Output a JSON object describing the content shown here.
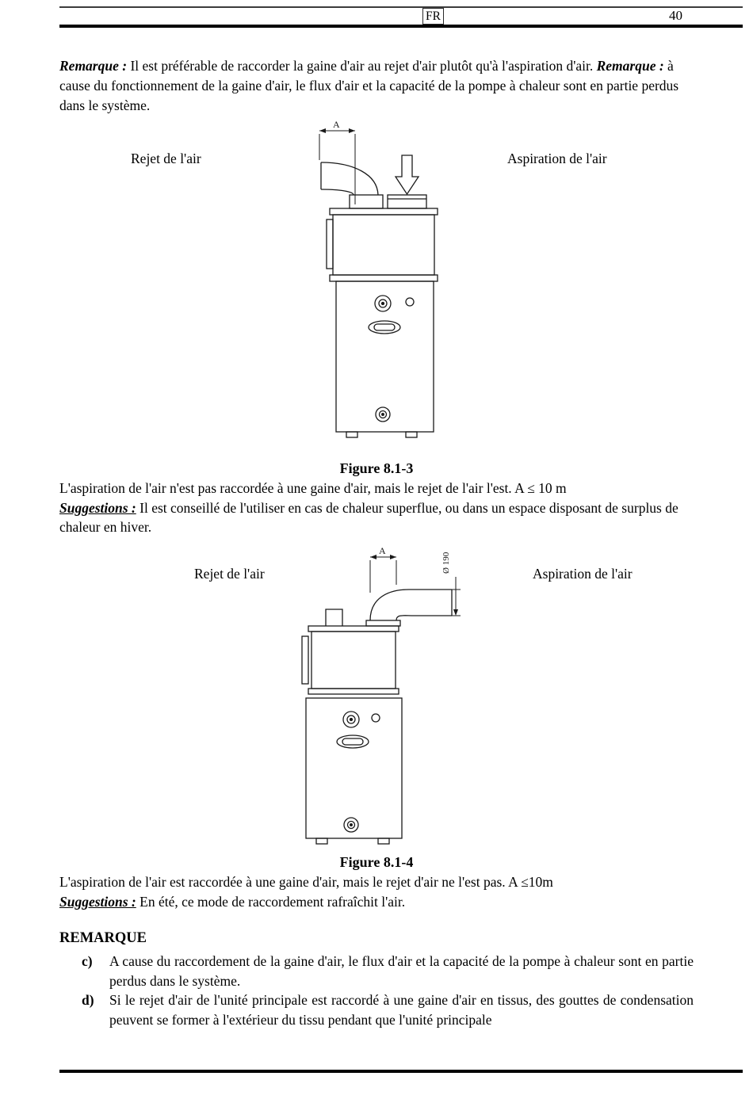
{
  "header": {
    "lang": "FR",
    "page_number": "40"
  },
  "intro": {
    "remarque_label_1": "Remarque :",
    "text_1": "Il est préférable de raccorder la gaine d'air au rejet d'air plutôt qu'à l'aspiration d'air.",
    "remarque_label_2": "Remarque :",
    "text_2": "à cause du fonctionnement de la gaine d'air, le flux d'air et la capacité de la pompe à chaleur sont en partie perdus dans le système."
  },
  "figure1": {
    "left_label": "Rejet de l'air",
    "right_label": "Aspiration de l'air",
    "dim_label": "A",
    "caption": "Figure 8.1-3",
    "description": "L'aspiration de l'air n'est pas raccordée à une gaine d'air, mais le rejet de l'air l'est. A ≤ 10 m",
    "suggestion_label": "Suggestions :",
    "suggestion_text": "Il est conseillé de l'utiliser en cas de chaleur superflue, ou dans un espace disposant de surplus de chaleur en hiver."
  },
  "figure2": {
    "left_label": "Rejet de l'air",
    "right_label": "Aspiration de l'air",
    "dim_label": "A",
    "diameter_label": "Ø 190",
    "caption": "Figure 8.1-4",
    "description": "L'aspiration de l'air est raccordée à une gaine d'air, mais le rejet d'air ne l'est pas. A ≤10m",
    "suggestion_label": "Suggestions :",
    "suggestion_text": "En été, ce mode de raccordement rafraîchit l'air."
  },
  "remarque_section": {
    "heading": "REMARQUE",
    "items": [
      {
        "marker": "c)",
        "text": "A cause du raccordement de la gaine d'air, le flux d'air et la capacité de la pompe à chaleur sont en partie perdus dans le système."
      },
      {
        "marker": "d)",
        "text": "Si le rejet d'air de l'unité principale est raccordé à une gaine d'air en tissus, des gouttes de condensation peuvent se former à l'extérieur du tissu pendant que l'unité principale"
      }
    ]
  },
  "colors": {
    "ink": "#1a1a1a",
    "rule": "#000000"
  }
}
